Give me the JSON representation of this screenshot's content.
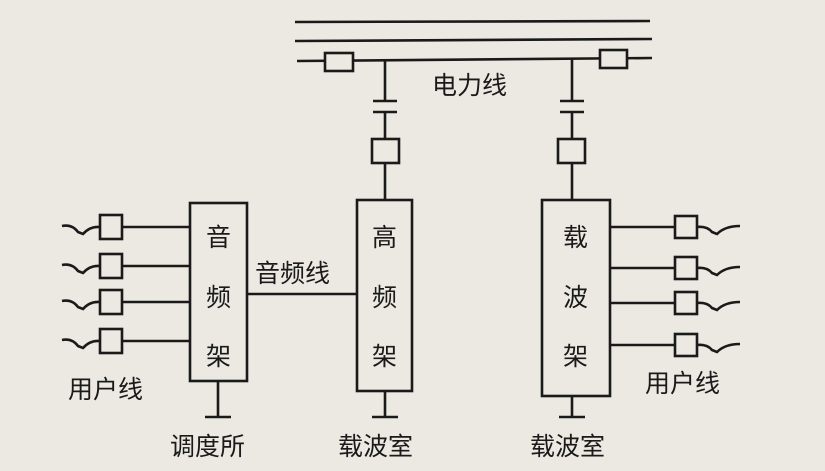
{
  "labels": {
    "power_line": "电力线",
    "audio_line": "音频线",
    "user_line_left": "用户线",
    "user_line_right": "用户线",
    "dispatch_station": "调度所",
    "carrier_room_1": "载波室",
    "carrier_room_2": "载波室"
  },
  "frames": {
    "audio_frame": [
      "音",
      "频",
      "架"
    ],
    "hf_frame": [
      "高",
      "频",
      "架"
    ],
    "carrier_frame": [
      "载",
      "波",
      "架"
    ]
  },
  "colors": {
    "ink": "#1a1a1a",
    "paper": "#ebe9e1"
  }
}
